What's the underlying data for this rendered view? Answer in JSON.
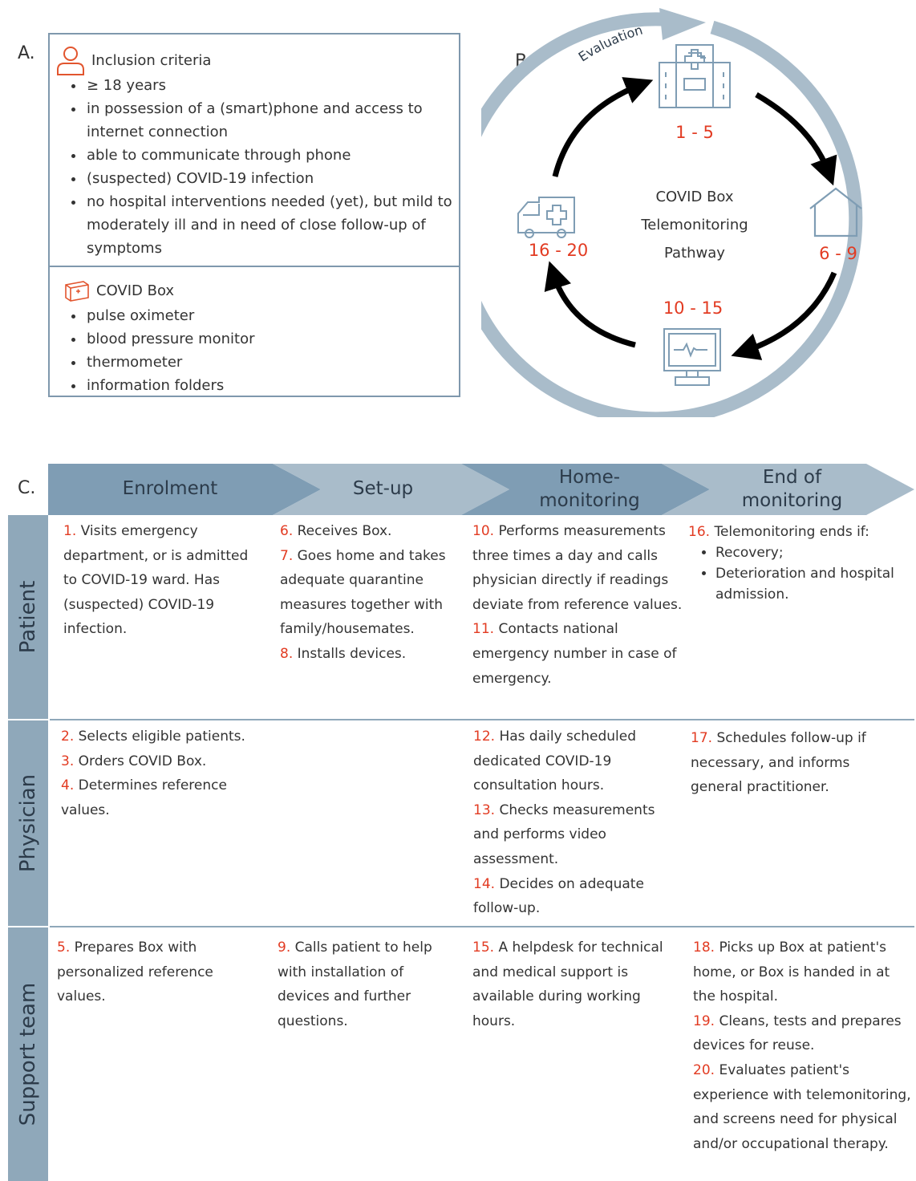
{
  "panel_a": {
    "letter": "A.",
    "inclusion_title": "Inclusion criteria",
    "inclusion_items": [
      "≥ 18 years",
      "in possession of a (smart)phone and access to internet connection",
      "able to communicate through phone",
      "(suspected) COVID-19 infection",
      "no hospital interventions needed (yet), but mild to moderately ill and in need of close follow-up of symptoms"
    ],
    "box_title": "COVID Box",
    "box_items": [
      "pulse oximeter",
      "blood pressure monitor",
      "thermometer",
      "information folders"
    ]
  },
  "panel_b": {
    "letter": "B.",
    "evaluation": "Evaluation",
    "center_line1": "COVID Box",
    "center_line2": "Telemonitoring",
    "center_line3": "Pathway",
    "hospital_range": "1 - 5",
    "home_range": "6 - 9",
    "monitor_range": "10 - 15",
    "ambulance_range": "16 - 20",
    "colors": {
      "ring": "#a9bcca",
      "icon": "#7f9db4",
      "number": "#e23b22"
    }
  },
  "panel_c": {
    "letter": "C.",
    "phases": [
      "Enrolment",
      "Set-up",
      "Home-\nmonitoring",
      "End of\nmonitoring"
    ],
    "lanes": [
      "Patient",
      "Physician",
      "Support team"
    ],
    "patient": {
      "enrolment": {
        "n1": "1.",
        "t1": " Visits emergency department, or is admitted to COVID-19 ward. Has (suspected) COVID-19 infection."
      },
      "setup": {
        "n6": "6.",
        "t6": " Receives Box.",
        "n7": "7.",
        "t7": " Goes home and takes adequate quarantine measures together with family/housemates.",
        "n8": "8.",
        "t8": " Installs devices."
      },
      "home": {
        "n10": "10.",
        "t10": " Performs measurements three times a day and calls physician directly if readings deviate from reference values.",
        "n11": "11.",
        "t11": "  Contacts national emergency number in case of emergency."
      },
      "end": {
        "n16": "16.",
        "t16": " Telemonitoring ends if:",
        "b1": "Recovery;",
        "b2": "Deterioration and hospital admission."
      }
    },
    "physician": {
      "enrolment": {
        "n2": "2.",
        "t2": " Selects eligible patients.",
        "n3": "3.",
        "t3": " Orders COVID Box.",
        "n4": "4.",
        "t4": " Determines reference values."
      },
      "home": {
        "n12": "12.",
        "t12": " Has daily scheduled dedicated COVID-19 consultation hours.",
        "n13": "13.",
        "t13": " Checks measurements and performs video assessment.",
        "n14": "14.",
        "t14": " Decides on adequate follow-up."
      },
      "end": {
        "n17": "17.",
        "t17": " Schedules follow-up if necessary, and informs general practitioner."
      }
    },
    "support": {
      "enrolment": {
        "n5": "5.",
        "t5": " Prepares Box with personalized reference values."
      },
      "setup": {
        "n9": "9.",
        "t9": " Calls patient to help with installation of devices and further questions."
      },
      "home": {
        "n15": "15.",
        "t15": " A helpdesk for technical and medical support is available during working hours."
      },
      "end": {
        "n18": "18.",
        "t18": " Picks up Box at patient's home, or Box is handed in at the hospital.",
        "n19": "19.",
        "t19": " Cleans, tests and prepares devices for reuse.",
        "n20": "20.",
        "t20": " Evaluates patient's experience with telemonitoring, and screens need for physical and/or occupational therapy."
      }
    },
    "colors": {
      "phase_dark": "#7f9db4",
      "phase_light": "#a9bcca",
      "lane": "#8fa8ba",
      "number": "#e23b22"
    }
  }
}
